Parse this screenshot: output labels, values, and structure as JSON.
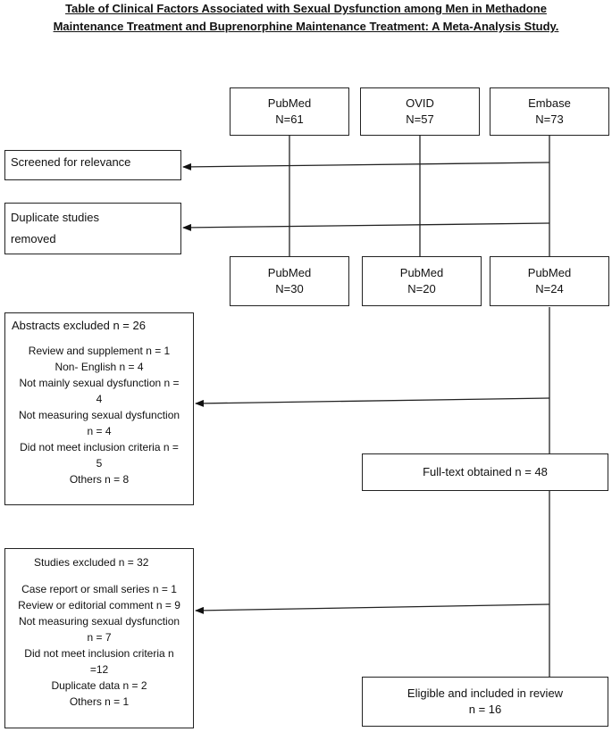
{
  "title": {
    "line1": "Table of Clinical Factors Associated with Sexual Dysfunction among Men in Methadone",
    "line2": "Maintenance Treatment and Buprenorphine Maintenance Treatment: A Meta-Analysis Study."
  },
  "sources": [
    {
      "name": "PubMed",
      "n": "N=61"
    },
    {
      "name": "OVID",
      "n": "N=57"
    },
    {
      "name": "Embase",
      "n": "N=73"
    }
  ],
  "screened": "Screened for relevance",
  "duplicate": {
    "line1": "Duplicate studies",
    "line2": "removed"
  },
  "after_screen": [
    {
      "name": "PubMed",
      "n": "N=30"
    },
    {
      "name": "PubMed",
      "n": "N=20"
    },
    {
      "name": "PubMed",
      "n": "N=24"
    }
  ],
  "abstracts_excluded": {
    "header": "Abstracts excluded n = 26",
    "lines": [
      "Review and supplement n = 1",
      "Non- English n = 4",
      "Not mainly sexual dysfunction n =",
      "4",
      "Not measuring sexual dysfunction",
      "n = 4",
      "Did not meet inclusion criteria n =",
      "5",
      "Others n = 8"
    ]
  },
  "full_text": "Full-text obtained n = 48",
  "studies_excluded": {
    "header": "Studies excluded n = 32",
    "lines": [
      "Case report or small series n = 1",
      "Review or editorial comment n = 9",
      "Not measuring sexual dysfunction",
      "n = 7",
      "Did not meet inclusion criteria n",
      "=12",
      "Duplicate data n = 2",
      "Others n = 1"
    ]
  },
  "eligible": {
    "line1": "Eligible and included in review",
    "line2": "n = 16"
  }
}
